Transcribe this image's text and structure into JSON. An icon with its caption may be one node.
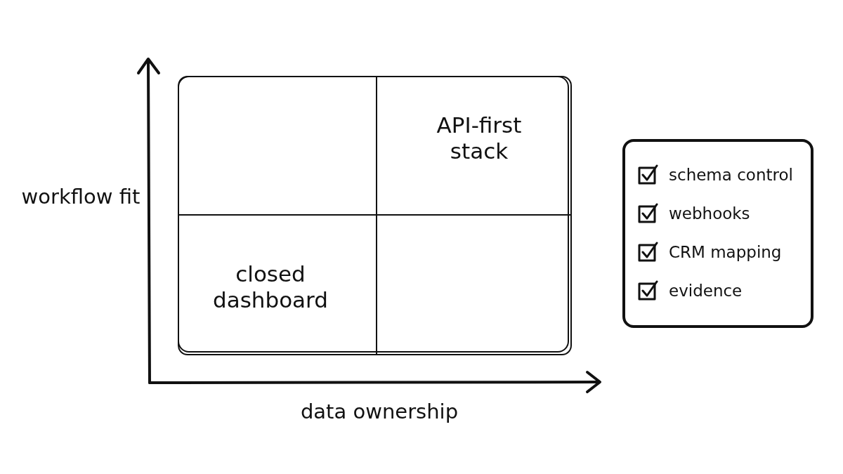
{
  "diagram": {
    "nodes": [
      {
        "text": [],
        "shape": "box"
      },
      {
        "text": [],
        "shape": "box",
        "in": 0
      },
      {
        "text": [
          "API-first stack"
        ],
        "in": 0
      },
      {
        "text": [
          "closed dashboard"
        ],
        "in": 0
      },
      {
        "text": [],
        "shape": "box",
        "in": 0
      },
      {
        "text": [
          "schema control",
          "webhooks",
          "CRM mapping",
          "evidence"
        ]
      }
    ],
    "edges": [],
    "labels": [
      "workflow fit",
      "data ownership"
    ]
  }
}
